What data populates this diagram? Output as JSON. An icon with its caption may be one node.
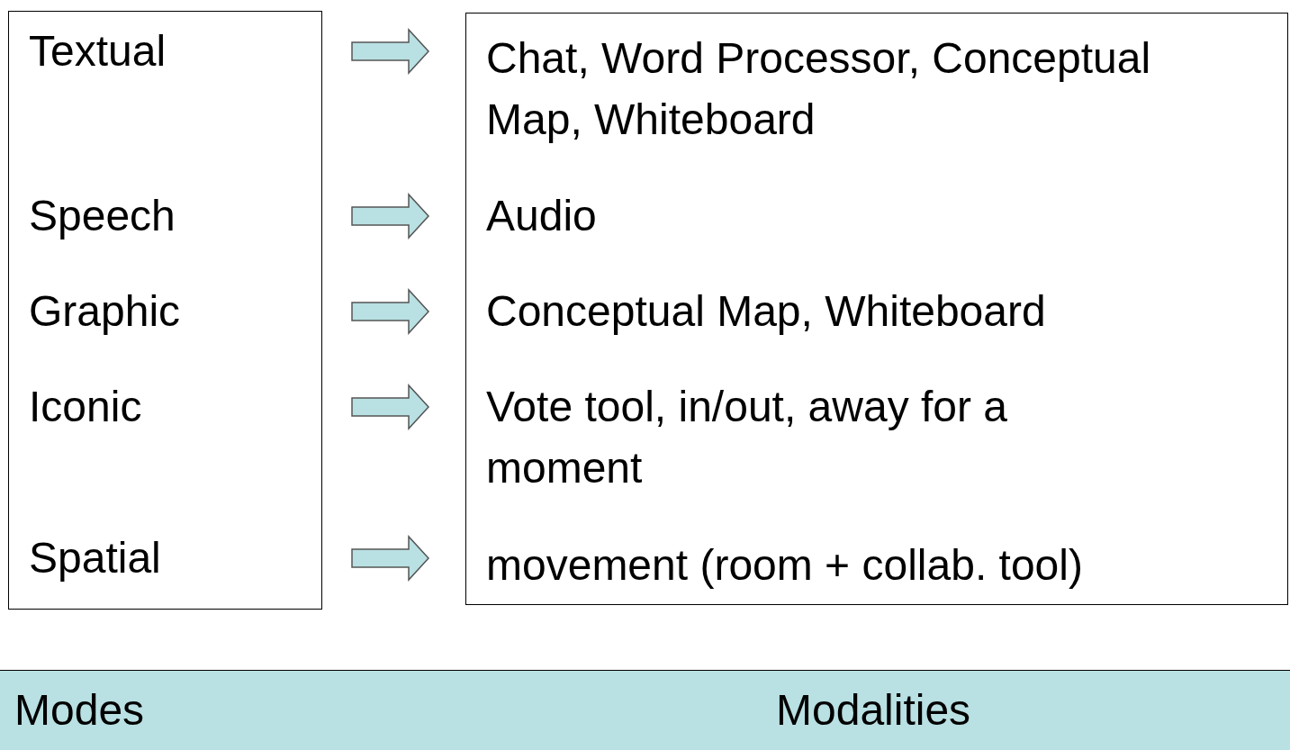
{
  "diagram": {
    "nodes": [
      {
        "text": [
          "Textual",
          "Speech",
          "Graphic",
          "Iconic",
          "Spatial"
        ]
      },
      {
        "text": [
          "Chat, Word Processor, Conceptual Map, Whiteboard",
          "Audio",
          "Conceptual Map, Whiteboard",
          "Vote tool, in/out, away for a moment",
          "movement (room + collab. tool)"
        ]
      },
      {
        "text": [
          "Modes",
          "Modalities"
        ]
      }
    ],
    "edges": [
      {
        "from": 0,
        "to": 1,
        "arrow": "to"
      },
      {
        "from": 0,
        "to": 1,
        "arrow": "to"
      },
      {
        "from": 0,
        "to": 1,
        "arrow": "to"
      },
      {
        "from": 0,
        "to": 1,
        "arrow": "to"
      },
      {
        "from": 0,
        "to": 1,
        "arrow": "to"
      }
    ]
  }
}
